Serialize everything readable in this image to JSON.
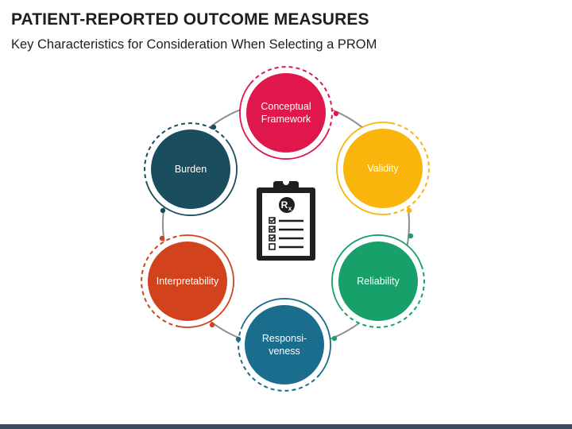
{
  "title": "PATIENT-REPORTED OUTCOME MEASURES",
  "subtitle": "Key Characteristics for Consideration When Selecting a PROM",
  "center_icon": "clipboard-rx-checklist-icon",
  "nodes": [
    {
      "lines": [
        "Conceptual",
        "Framework"
      ],
      "color": "#e0174a",
      "icon": ""
    },
    {
      "lines": [
        "Validity"
      ],
      "color": "#f9b50b",
      "icon": ""
    },
    {
      "lines": [
        "Reliability"
      ],
      "color": "#17a06a",
      "icon": ""
    },
    {
      "lines": [
        "Responsi-",
        "veness"
      ],
      "color": "#1a6d8c",
      "icon": ""
    },
    {
      "lines": [
        "Interpretability"
      ],
      "color": "#d2421d",
      "icon": ""
    },
    {
      "lines": [
        "Burden"
      ],
      "color": "#1a4d5e",
      "icon": ""
    }
  ],
  "colors": {
    "ring": "#8e8e8e",
    "footer": "#3b4a5a"
  }
}
